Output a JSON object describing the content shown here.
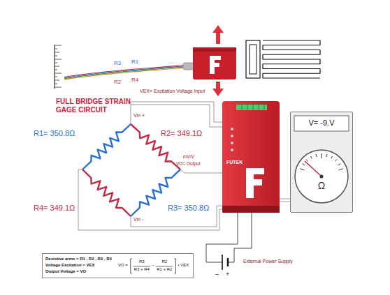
{
  "diagram": {
    "title": "FULL BRIDGE STRAIN GAGE CIRCUIT",
    "nodes": [
      {
        "text": [
          "FUTEK"
        ]
      },
      {
        "text": [
          "V= -9.V",
          "Ω"
        ]
      },
      {
        "text": [
          "Resistive arms = R1 , R2 , R3 , R4",
          "Voltage Excitation = VEX",
          "Output Voltage = VO",
          "VO =",
          "R3",
          "R3 + R4",
          "–",
          "R2",
          "R1 + R2",
          "• VEX"
        ]
      }
    ],
    "edges": [
      {
        "from": 0,
        "to": 1,
        "arrow": "none"
      }
    ],
    "labels": [
      "R3",
      "R1",
      "R2",
      "R4",
      "VEX= Excitation Voltage Input",
      "Vin +",
      "R1= 350.8Ω",
      "R2= 349.1Ω",
      "mV/V",
      "VO= Output",
      "R4= 349.1Ω",
      "R3= 350.8Ω",
      "Vin -",
      "External Power Supply",
      "–",
      "+"
    ]
  }
}
